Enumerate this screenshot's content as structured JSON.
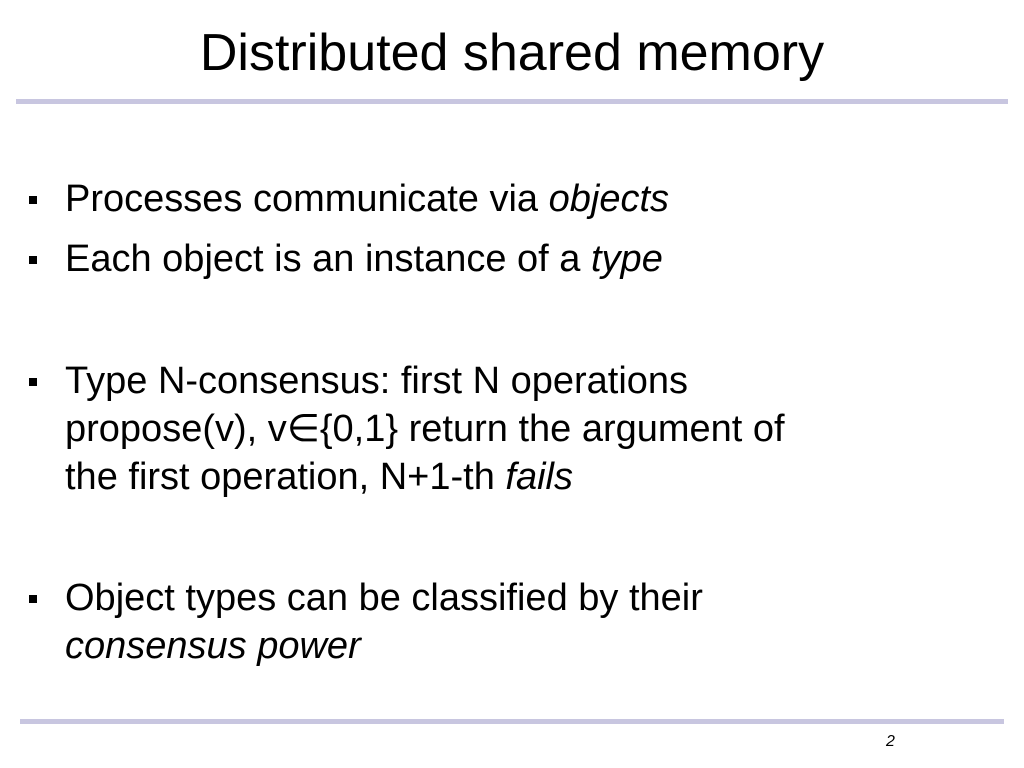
{
  "slide": {
    "title": "Distributed shared memory",
    "page_number": "2"
  },
  "bullets": [
    {
      "lines": [
        [
          {
            "text": "Processes communicate via "
          },
          {
            "text": "objects",
            "italic": true
          }
        ]
      ]
    },
    {
      "lines": [
        [
          {
            "text": "Each object is an instance of a "
          },
          {
            "text": "type",
            "italic": true
          }
        ]
      ]
    },
    {
      "lines": [
        [
          {
            "text": "Type N-consensus: first N operations"
          }
        ],
        [
          {
            "text": "propose(v), v∈{0,1}  return the argument of"
          }
        ],
        [
          {
            "text": "the first operation, N+1-th "
          },
          {
            "text": "fails",
            "italic": true
          }
        ]
      ]
    },
    {
      "lines": [
        [
          {
            "text": "Object types can be classified by their"
          }
        ],
        [
          {
            "text": "consensus power",
            "italic": true
          }
        ]
      ]
    }
  ]
}
